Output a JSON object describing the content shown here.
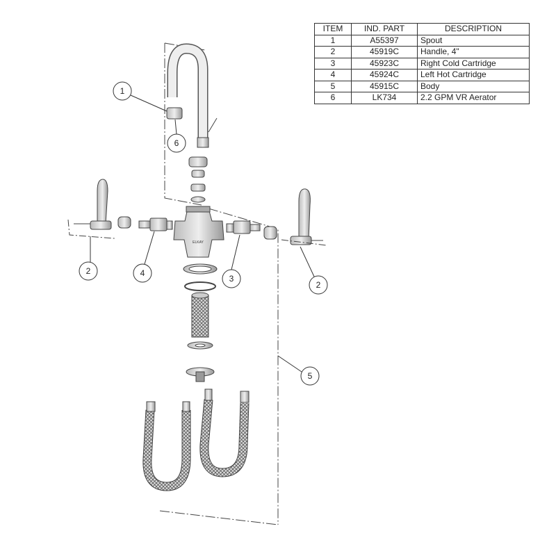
{
  "table": {
    "headers": [
      "ITEM",
      "IND. PART",
      "DESCRIPTION"
    ],
    "rows": [
      {
        "item": "1",
        "part": "A55397",
        "description": "Spout"
      },
      {
        "item": "2",
        "part": "45919C",
        "description": "Handle, 4\""
      },
      {
        "item": "3",
        "part": "45923C",
        "description": "Right Cold Cartridge"
      },
      {
        "item": "4",
        "part": "45924C",
        "description": "Left Hot Cartridge"
      },
      {
        "item": "5",
        "part": "45915C",
        "description": "Body"
      },
      {
        "item": "6",
        "part": "LK734",
        "description": "2.2 GPM VR Aerator"
      }
    ]
  },
  "callouts": {
    "spout": "1",
    "aerator": "6",
    "handle_left": "2",
    "hot_cartridge": "4",
    "cold_cartridge": "3",
    "handle_right": "2",
    "body": "5"
  },
  "body_label": "ELKAY"
}
